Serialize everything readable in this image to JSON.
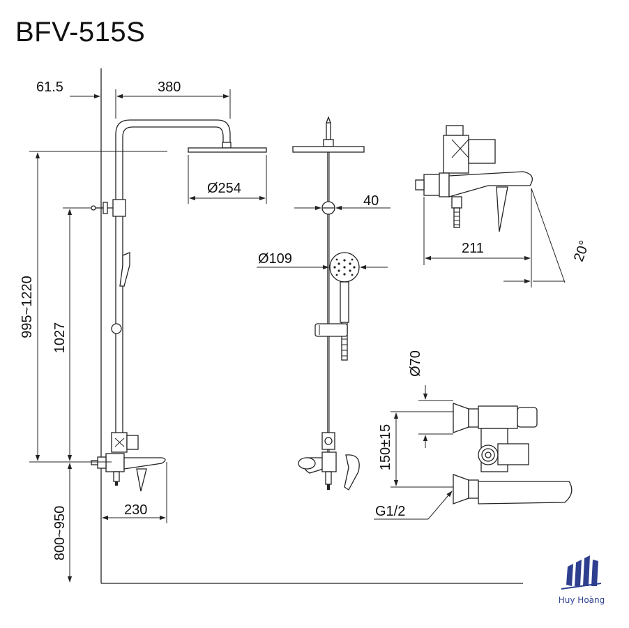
{
  "title": "BFV-515S",
  "dimensions": {
    "offset_61_5": "61.5",
    "arm_380": "380",
    "head_dia": "Ø254",
    "rail_40": "40",
    "hand_dia": "Ø109",
    "height_range": "995~1220",
    "height_1027": "1027",
    "floor_range": "800~950",
    "mixer_230": "230",
    "spout_211": "211",
    "angle_20": "20°",
    "cover_dia": "Ø70",
    "centers": "150±15",
    "thread": "G1/2"
  },
  "logo": {
    "name": "Huy Hoàng",
    "color": "#2e3f8f"
  }
}
